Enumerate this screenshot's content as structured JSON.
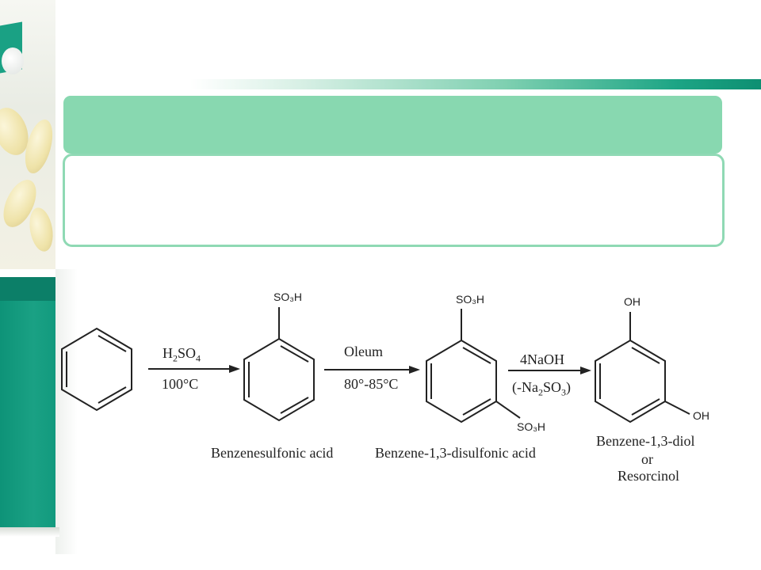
{
  "slide": {
    "title": "",
    "body": ""
  },
  "scheme": {
    "step1": {
      "reagent_top": "H2SO4",
      "reagent_bottom": "100°C"
    },
    "step2": {
      "reagent_top": "Oleum",
      "reagent_bottom": "80°-85°C"
    },
    "step3": {
      "reagent_top": "4NaOH",
      "reagent_bottom": "(-Na2SO3)"
    },
    "groups": {
      "so3h": "SO₃H",
      "oh": "OH"
    },
    "captions": {
      "benzenesulfonic": "Benzenesulfonic acid",
      "disulfonic": "Benzene-1,3-disulfonic acid",
      "diol_line1": "Benzene-1,3-diol",
      "diol_line2": "or",
      "diol_line3": "Resorcinol"
    }
  },
  "colors": {
    "title_bar": "#88d8b0",
    "box_border": "#8fd9b4",
    "teal": "#1aa184"
  }
}
